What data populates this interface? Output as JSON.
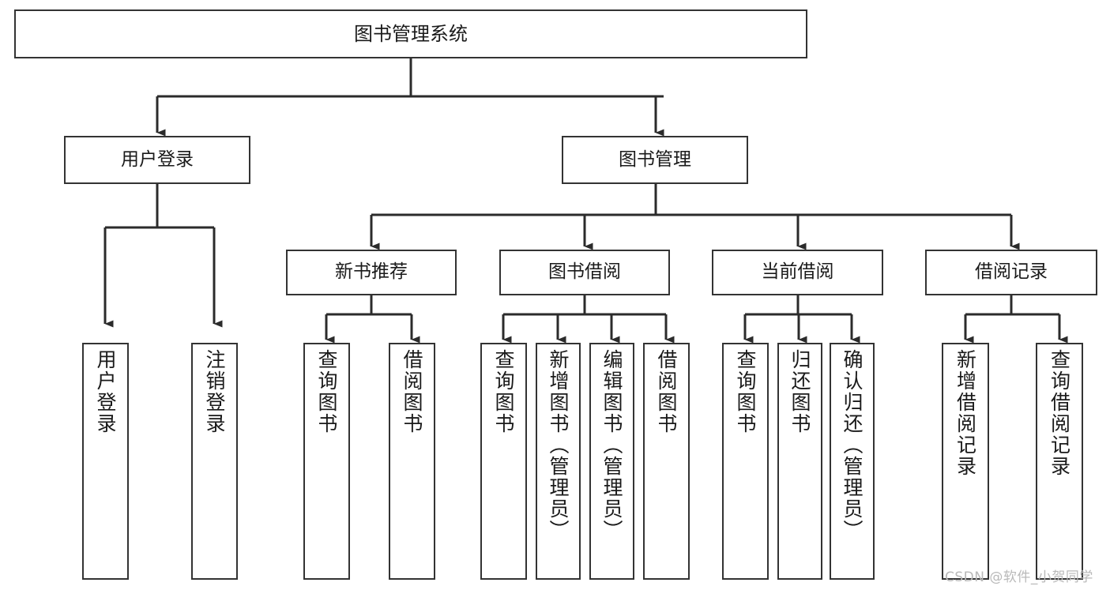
{
  "diagram": {
    "type": "tree",
    "title": "图书管理系统",
    "watermark": "CSDN @软件_小贺同学",
    "colors": {
      "border": "#333333",
      "fill": "#ffffff",
      "text": "#1a1a1a",
      "connector": "#2b2b2b",
      "watermark": "#b9b9b9"
    },
    "nodes": {
      "root": {
        "label": "图书管理系统"
      },
      "level2": [
        {
          "id": "user-login",
          "label": "用户登录"
        },
        {
          "id": "book-manage",
          "label": "图书管理"
        }
      ],
      "level3": [
        {
          "id": "new-book-recommend",
          "label": "新书推荐"
        },
        {
          "id": "book-borrow",
          "label": "图书借阅"
        },
        {
          "id": "current-borrow",
          "label": "当前借阅"
        },
        {
          "id": "borrow-record",
          "label": "借阅记录"
        }
      ],
      "leaves": {
        "user_login": [
          {
            "id": "leaf-user-login",
            "label": "用户登录"
          },
          {
            "id": "leaf-logout-login",
            "label": "注销登录"
          }
        ],
        "new_book_recommend": [
          {
            "id": "leaf-query-book-1",
            "label": "查询图书"
          },
          {
            "id": "leaf-borrow-book-1",
            "label": "借阅图书"
          }
        ],
        "book_borrow": [
          {
            "id": "leaf-query-book-2",
            "label": "查询图书"
          },
          {
            "id": "leaf-add-book",
            "label": "新增图书（管理员）"
          },
          {
            "id": "leaf-edit-book",
            "label": "编辑图书（管理员）"
          },
          {
            "id": "leaf-borrow-book-2",
            "label": "借阅图书"
          }
        ],
        "current_borrow": [
          {
            "id": "leaf-query-book-3",
            "label": "查询图书"
          },
          {
            "id": "leaf-return-book",
            "label": "归还图书"
          },
          {
            "id": "leaf-confirm-return",
            "label": "确认归还（管理员）"
          }
        ],
        "borrow_record": [
          {
            "id": "leaf-add-record",
            "label": "新增借阅记录"
          },
          {
            "id": "leaf-query-record",
            "label": "查询借阅记录"
          }
        ]
      }
    }
  }
}
